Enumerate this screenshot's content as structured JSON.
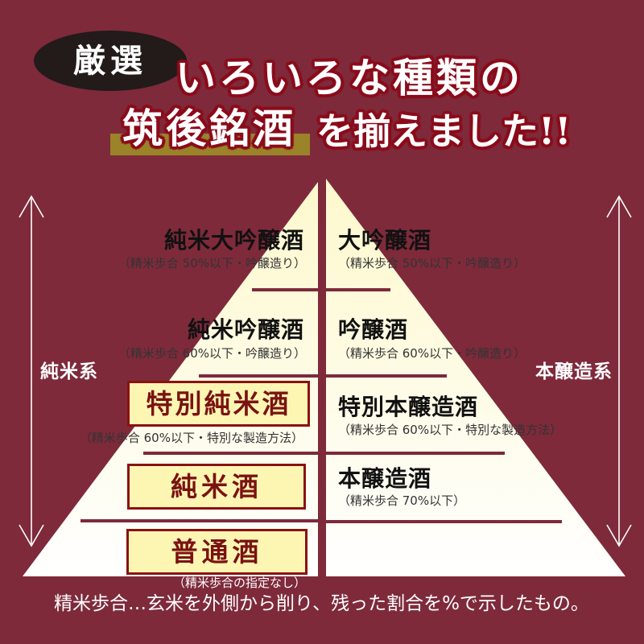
{
  "header": {
    "badge": "厳選",
    "title_line1": "いろいろな種類の",
    "title_highlight": "筑後銘酒",
    "title_line2_rest": "を揃えました!!"
  },
  "axis": {
    "left_label": "純米系",
    "right_label": "本醸造系",
    "left_arrow_icon": "vertical-double-arrow",
    "right_arrow_icon": "vertical-double-arrow"
  },
  "pyramid": {
    "left": [
      {
        "name": "純米大吟醸酒",
        "spec": "（精米歩合 50%以下・吟醸造り）",
        "boxed": false
      },
      {
        "name": "純米吟醸酒",
        "spec": "（精米歩合 60%以下・吟醸造り）",
        "boxed": false
      },
      {
        "name": "特別純米酒",
        "spec": "（精米歩合 60%以下・特別な製造方法）",
        "boxed": true
      },
      {
        "name": "純米酒",
        "spec": "",
        "boxed": true
      },
      {
        "name": "普通酒",
        "spec": "（精米歩合の指定なし）",
        "boxed": true
      }
    ],
    "right": [
      {
        "name": "大吟醸酒",
        "spec": "（精米歩合 50%以下・吟醸造り）"
      },
      {
        "name": "吟醸酒",
        "spec": "（精米歩合 60%以下・吟醸造り）"
      },
      {
        "name": "特別本醸造酒",
        "spec": "（精米歩合 60%以下・特別な製造方法）"
      },
      {
        "name": "本醸造酒",
        "spec": "（精米歩合 70%以下）"
      }
    ]
  },
  "footer": {
    "note": "精米歩合…玄米を外側から削り、残った割合を%で示したもの。"
  },
  "colors": {
    "bg": "#7e2a3b",
    "outline": "#8b0b1a",
    "gold": "#9a8329",
    "badge": "#231a1a",
    "box-fill": "#fdf6b3",
    "box-border": "#8a1212",
    "box-text": "#7a1212",
    "pyr-top": "#fdf8cc",
    "pyr-bottom": "#ffffff"
  }
}
